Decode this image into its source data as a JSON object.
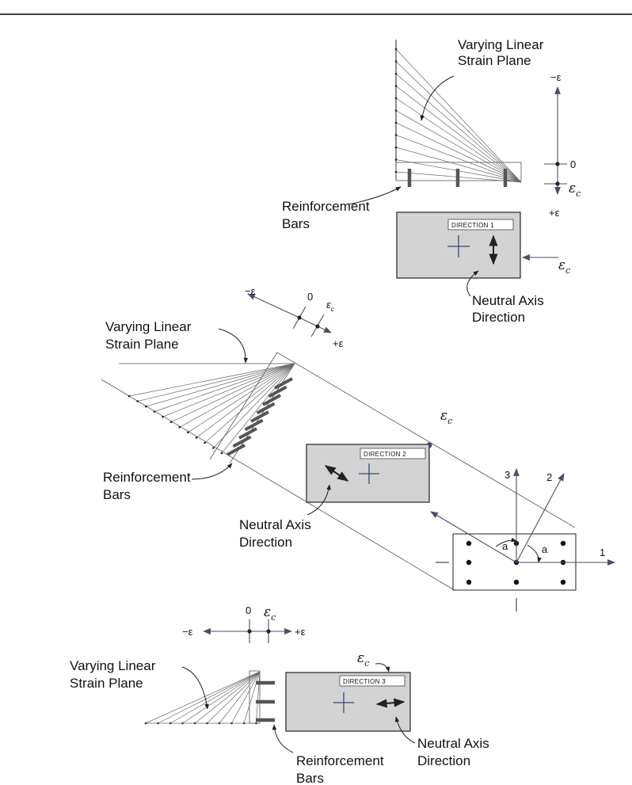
{
  "direction1": {
    "strain_plane_label_1": "Varying Linear",
    "strain_plane_label_2": "Strain Plane",
    "bars_label_1": "Reinforcement",
    "bars_label_2": "Bars",
    "neutral_label_1": "Neutral Axis",
    "neutral_label_2": "Direction",
    "direction_tag": "DIRECTION  1",
    "axis_neg": "−ε",
    "axis_zero": "0",
    "axis_pos": "+ε",
    "eps_c": "ε",
    "eps_sub": "c"
  },
  "direction2": {
    "strain_plane_label_1": "Varying Linear",
    "strain_plane_label_2": "Strain Plane",
    "bars_label_1": "Reinforcement",
    "bars_label_2": "Bars",
    "neutral_label_1": "Neutral Axis",
    "neutral_label_2": "Direction",
    "direction_tag": "DIRECTION  2",
    "axis_neg": "−ε",
    "axis_zero": "0",
    "axis_pos": "+ε",
    "eps_c": "ε",
    "eps_sub": "c"
  },
  "direction3": {
    "strain_plane_label_1": "Varying Linear",
    "strain_plane_label_2": "Strain Plane",
    "bars_label_1": "Reinforcement",
    "bars_label_2": "Bars",
    "neutral_label_1": "Neutral Axis",
    "neutral_label_2": "Direction",
    "direction_tag": "DIRECTION  3",
    "axis_neg": "−ε",
    "axis_zero": "0",
    "axis_pos": "+ε",
    "eps_c": "ε",
    "eps_sub": "c"
  },
  "section": {
    "axis_1": "1",
    "axis_2": "2",
    "axis_3": "3",
    "angle_label": "a"
  }
}
